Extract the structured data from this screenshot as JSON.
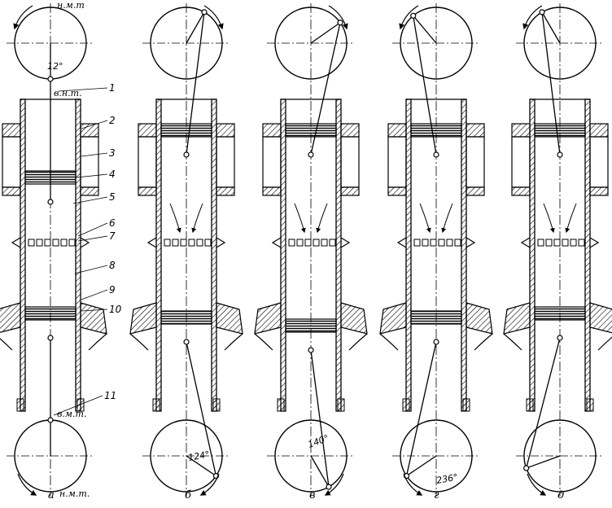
{
  "figure": {
    "panels": [
      {
        "id": "a",
        "caption": "а",
        "top_label": "н.м.т",
        "top_dead_label": "в.н.т.",
        "bottom_dead_label": "в.м.т.",
        "bottom_label": "н.м.т.",
        "angle_label": "12°"
      },
      {
        "id": "b",
        "caption": "б",
        "angle_label": "124°"
      },
      {
        "id": "v",
        "caption": "в",
        "angle_label": "140°"
      },
      {
        "id": "g",
        "caption": "г",
        "angle_label": "236°"
      },
      {
        "id": "d",
        "caption": "д"
      }
    ],
    "callouts": [
      "1",
      "2",
      "3",
      "4",
      "5",
      "6",
      "7",
      "8",
      "9",
      "10",
      "11"
    ],
    "line_color": "#000000",
    "hatch_color": "#000000",
    "background": "#ffffff"
  }
}
